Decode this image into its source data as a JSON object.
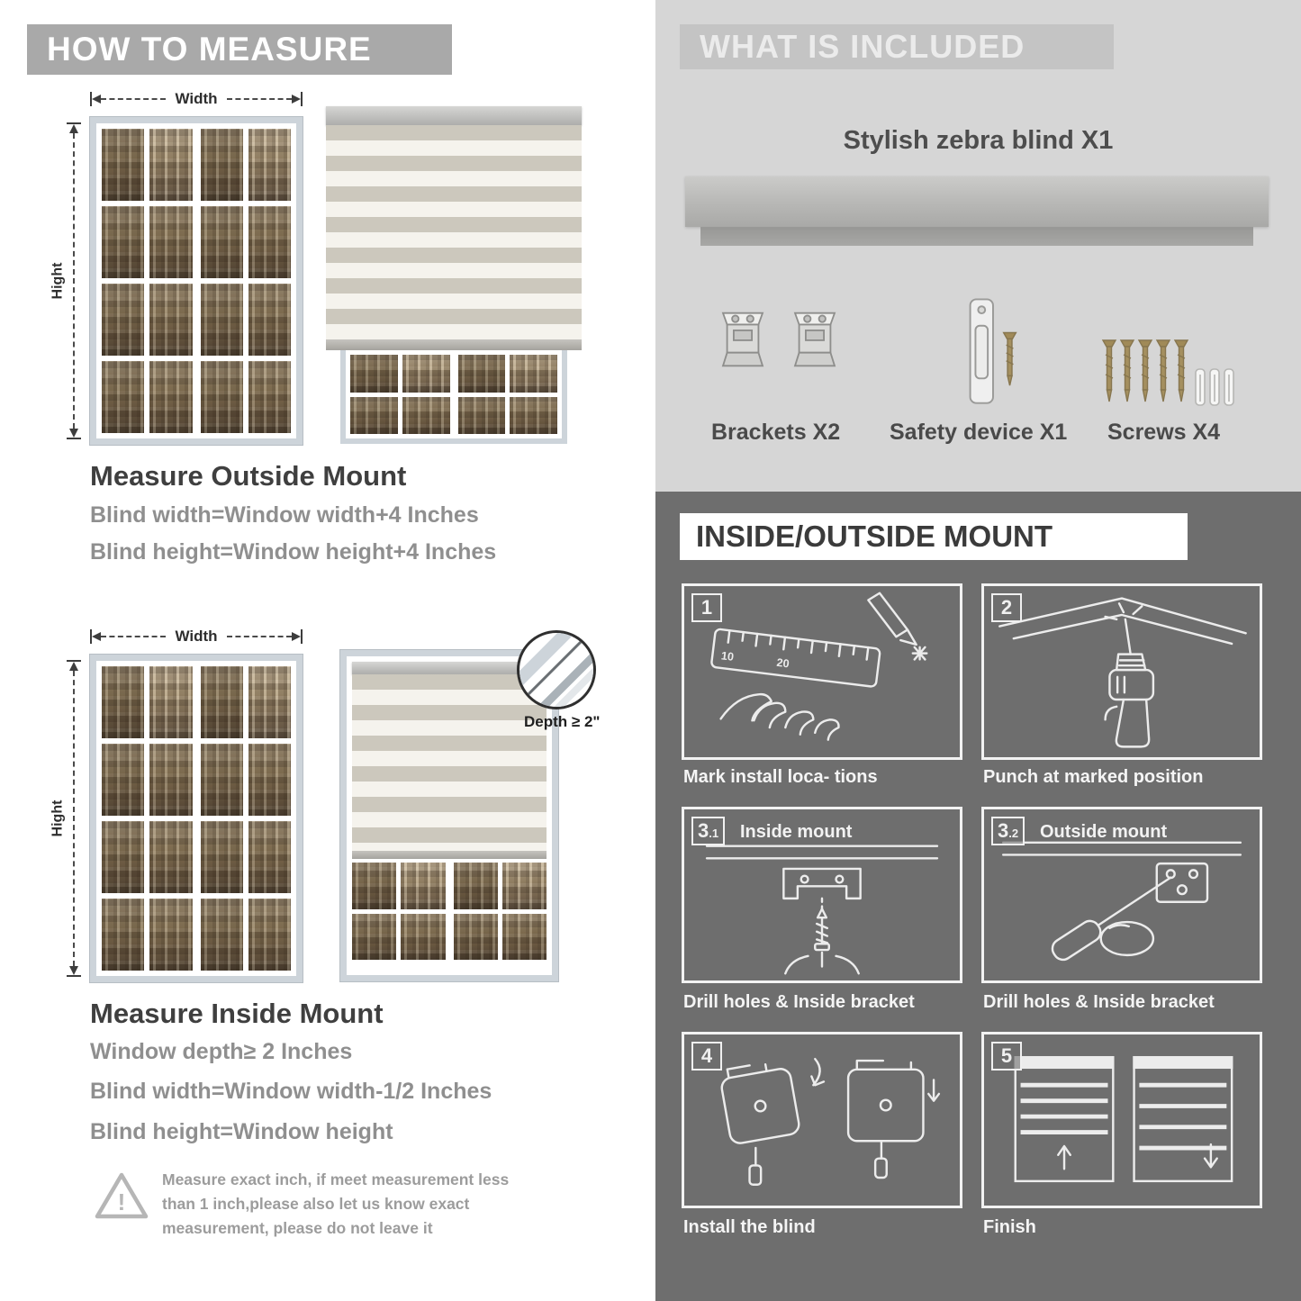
{
  "colors": {
    "banner_gray": "#a9a9a9",
    "light_section_bg": "#d6d6d6",
    "dark_section_bg": "#6e6e6e",
    "heading_dark": "#3f3f3f",
    "body_gray": "#8f8f8f"
  },
  "measure": {
    "header": "HOW TO MEASURE",
    "width_label": "Width",
    "height_label": "Hight",
    "outside": {
      "heading": "Measure Outside Mount",
      "lines": [
        "Blind width=Window width+4 Inches",
        "Blind height=Window height+4 Inches"
      ]
    },
    "inside": {
      "heading": "Measure Inside Mount",
      "depth_callout": "Depth ≥ 2\"",
      "lines": [
        "Window depth≥ 2 Inches",
        "Blind width=Window width-1/2 Inches",
        "Blind height=Window height"
      ]
    },
    "warning_lines": [
      "Measure exact inch, if meet measurement less",
      "than 1 inch,please also let us know exact",
      "measurement, please do not leave it"
    ]
  },
  "included": {
    "header": "WHAT IS INCLUDED",
    "product": "Stylish zebra blind X1",
    "items": [
      {
        "label": "Brackets X2"
      },
      {
        "label": "Safety device X1"
      },
      {
        "label": "Screws X4"
      }
    ]
  },
  "mount": {
    "header": "INSIDE/OUTSIDE MOUNT",
    "ruler_marks": [
      "10",
      "20"
    ],
    "steps": [
      {
        "num": "1",
        "sub": "",
        "title": "",
        "caption": "Mark install loca- tions"
      },
      {
        "num": "2",
        "sub": "",
        "title": "",
        "caption": "Punch at  marked position"
      },
      {
        "num": "3",
        "sub": ".1",
        "title": "Inside mount",
        "caption": "Drill holes &  Inside bracket"
      },
      {
        "num": "3",
        "sub": ".2",
        "title": "Outside mount",
        "caption": "Drill holes &  Inside bracket"
      },
      {
        "num": "4",
        "sub": "",
        "title": "",
        "caption": "Install the blind"
      },
      {
        "num": "5",
        "sub": "",
        "title": "",
        "caption": "Finish"
      }
    ]
  }
}
